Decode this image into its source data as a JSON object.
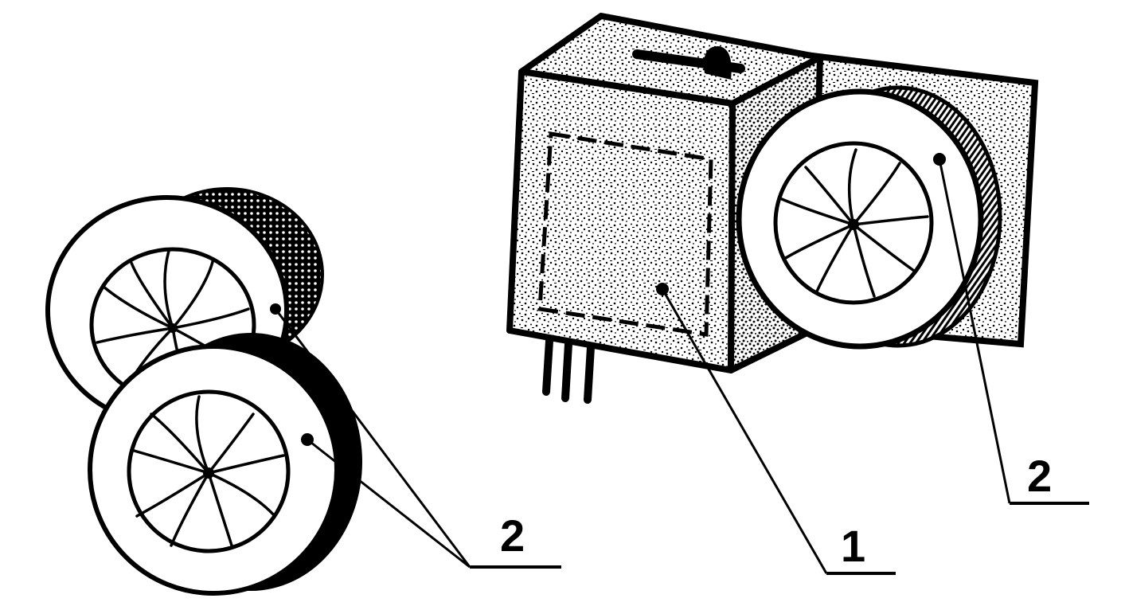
{
  "figure": {
    "ink_color": "#000000",
    "paper_color": "#ffffff",
    "components": [
      {
        "id": "module-body",
        "icon": "housing-block-icon"
      },
      {
        "id": "detached-wheels",
        "icon": "wheel-pair-icon"
      },
      {
        "id": "mounted-wheel",
        "icon": "wheel-icon"
      }
    ],
    "callouts": [
      {
        "id": "left-wheels",
        "label": "2"
      },
      {
        "id": "housing",
        "label": "1"
      },
      {
        "id": "right-wheel",
        "label": "2"
      }
    ]
  }
}
